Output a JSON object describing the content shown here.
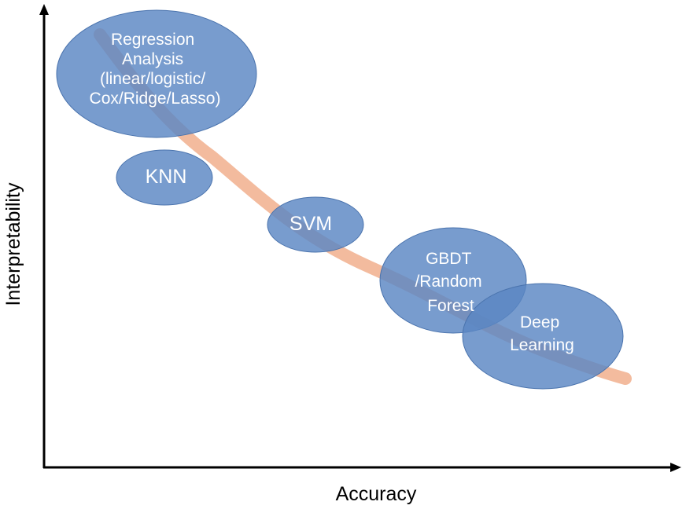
{
  "axes": {
    "x_label": "Accuracy",
    "y_label": "Interpretability"
  },
  "colors": {
    "bubble_fill": "#5a86c3",
    "bubble_stroke": "#4a73ad",
    "trend_curve": "#f2b494",
    "axis": "#000000",
    "label_text": "#ffffff"
  },
  "models": [
    {
      "id": "regression",
      "lines": [
        "Regression",
        "Analysis",
        "(linear/logistic/",
        "Cox/Ridge/Lasso)"
      ]
    },
    {
      "id": "knn",
      "lines": [
        "KNN"
      ]
    },
    {
      "id": "svm",
      "lines": [
        "SVM"
      ]
    },
    {
      "id": "gbdt",
      "lines": [
        "GBDT",
        "/Random",
        "Forest"
      ]
    },
    {
      "id": "deep-learning",
      "lines": [
        "Deep",
        "Learning"
      ]
    }
  ]
}
